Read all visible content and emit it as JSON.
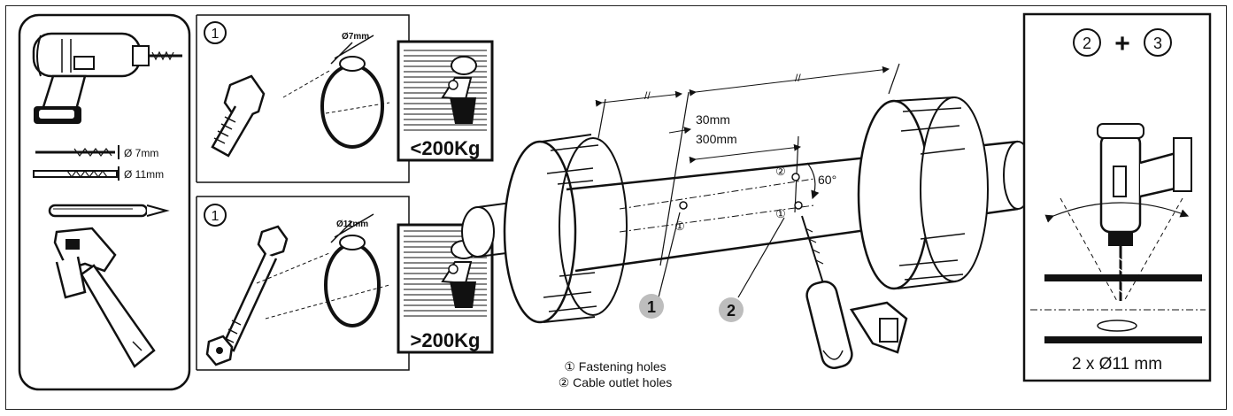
{
  "tools": {
    "drill_bit_small": "Ø 7mm",
    "drill_bit_large": "Ø 11mm"
  },
  "panel_light": {
    "step": "①",
    "hole_size": "Ø7mm",
    "weight": "<200Kg"
  },
  "panel_heavy": {
    "step": "①",
    "hole_size": "Ø11mm",
    "weight": ">200Kg"
  },
  "main": {
    "parallel_mark_1": "//",
    "parallel_mark_2": "//",
    "dim_30": "30mm",
    "dim_300": "300mm",
    "angle": "60°",
    "hole_tag_2": "②",
    "hole_tag_1a": "①",
    "hole_tag_1b": "①",
    "callout_1": "1",
    "callout_2": "2"
  },
  "legend": {
    "fastening": "① Fastening holes",
    "cable": "② Cable outlet holes"
  },
  "right_panel": {
    "title_a": "②",
    "plus": "+",
    "title_b": "③",
    "caption": "2 x Ø11 mm"
  }
}
